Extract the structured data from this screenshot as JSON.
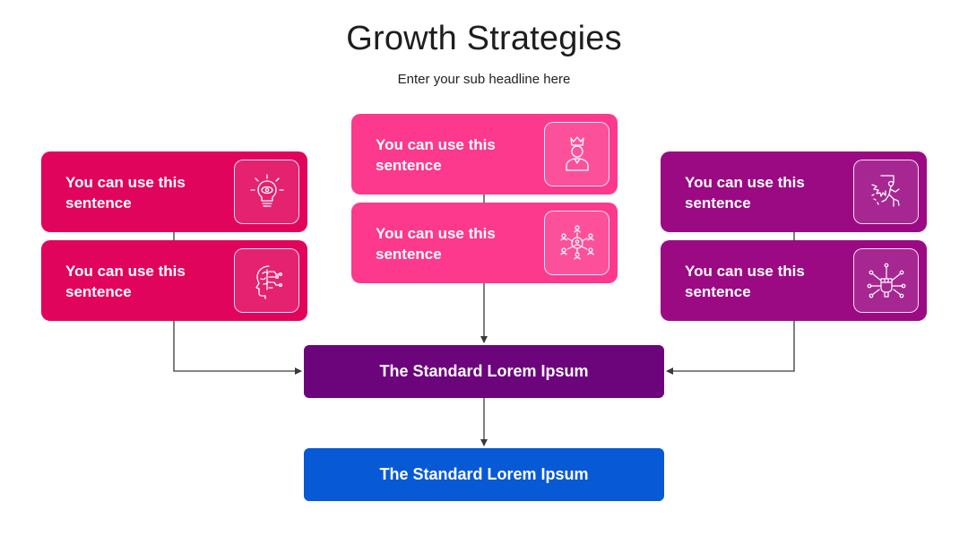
{
  "title": "Growth Strategies",
  "subtitle": "Enter your sub headline here",
  "colors": {
    "left": "#e1045c",
    "center": "#fc398c",
    "right": "#9b0a83",
    "hub": "#6c047c",
    "result": "#0759d6",
    "connector": "#3a3a3a"
  },
  "cards": {
    "left_top": {
      "label": "You can use this sentence",
      "icon": "idea-bulb-eye-icon"
    },
    "left_bottom": {
      "label": "You can use this sentence",
      "icon": "brain-head-icon"
    },
    "center_top": {
      "label": "You can use this sentence",
      "icon": "leader-crown-icon"
    },
    "center_bottom": {
      "label": "You can use this sentence",
      "icon": "network-people-icon"
    },
    "right_top": {
      "label": "You can use this sentence",
      "icon": "breaking-barrier-icon"
    },
    "right_bottom": {
      "label": "You can use this sentence",
      "icon": "fist-connections-icon"
    }
  },
  "hub": {
    "label": "The Standard Lorem Ipsum"
  },
  "result": {
    "label": "The Standard Lorem Ipsum"
  }
}
